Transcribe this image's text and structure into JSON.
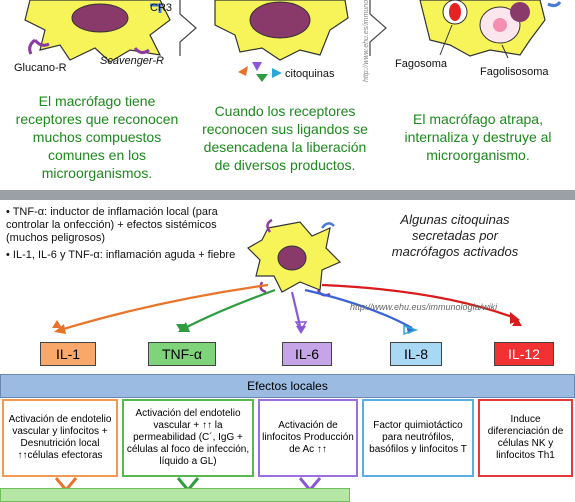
{
  "top": {
    "labels": {
      "cr3": "CR3",
      "glucano": "Glucano-R",
      "scavenger": "Scavenger-R",
      "citoquinas": "citoquinas",
      "fagosoma": "Fagosoma",
      "fagolisosoma": "Fagolisosoma",
      "url_vertical": "http://www.ehu.es/immunologia/wiki"
    },
    "captions": [
      "El macrófago tiene receptores que reconocen muchos compuestos comunes en los microorganismos.",
      "Cuando los receptores reconocen sus ligandos se desencadena la liberación de diversos productos.",
      "El macrófago atrapa, internaliza y destruye al microorganismo."
    ]
  },
  "bottom": {
    "bullets": [
      "• TNF-α: inductor de inflamación local (para controlar la onfección) + efectos sistémicos (muchos peligrosos)",
      "• IL-1, IL-6 y TNF-α: inflamación aguda + fiebre"
    ],
    "note": "Algunas citoquinas secretadas por macrófagos activados",
    "url": "http://www.ehu.eus/immunologia/wiki",
    "cytokines": [
      {
        "label": "IL-1",
        "bg": "#f7a86a",
        "color": "#e8742a"
      },
      {
        "label": "TNF-α",
        "bg": "#7fd37a",
        "color": "#2e9c3f"
      },
      {
        "label": "IL-6",
        "bg": "#c5a5e8",
        "color": "#8a57d6"
      },
      {
        "label": "IL-8",
        "bg": "#a9d8f4",
        "color": "#2aa7d9"
      },
      {
        "label": "IL-12",
        "bg": "#f23232",
        "color": "#d91b1b"
      }
    ],
    "efectos_title": "Efectos locales",
    "effects": [
      "Activación de endotelio vascular y linfocitos + Desnutrición local ↑↑células efectoras",
      "Activación del endotelio vascular + ↑↑ la permeabilidad (C´, IgG + células al foco de infección, líquido a GL)",
      "Activación de linfocitos Producción de Ac ↑↑",
      "Factor quimiotáctico para neutrófilos, basófilos y linfocitos T",
      "Induce diferenciación de células NK y linfocitos Th1"
    ]
  }
}
